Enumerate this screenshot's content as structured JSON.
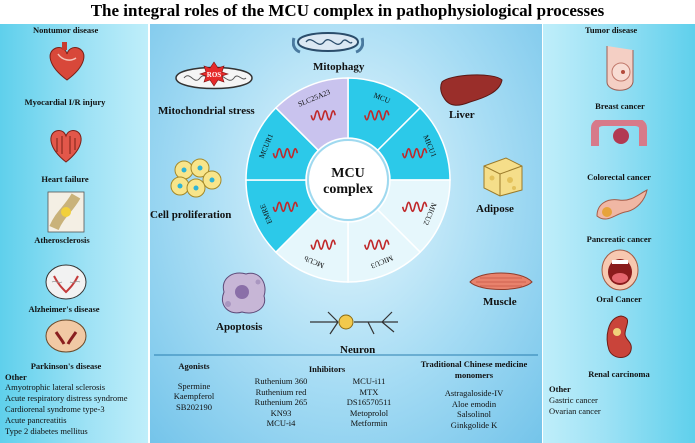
{
  "title": "The integral roles of the MCU complex in pathophysiological processes",
  "left": {
    "heading": "Nontumor disease",
    "items": [
      "Myocardial I/R injury",
      "Heart failure",
      "Atherosclerosis",
      "Alzheimer's disease",
      "Parkinson's disease"
    ],
    "other_heading": "Other",
    "other": [
      "Amyotrophic lateral sclerosis",
      "Acute respiratory distress syndrome",
      "Cardiorenal syndrome type-3",
      "Acute pancreatitis",
      "Type 2 diabetes mellitus"
    ]
  },
  "right": {
    "heading": "Tumor disease",
    "items": [
      "Breast cancer",
      "Colorectal cancer",
      "Pancreatic cancer",
      "Oral Cancer",
      "Renal carcinoma"
    ],
    "other_heading": "Other",
    "other": [
      "Gastric cancer",
      "Ovarian cancer"
    ]
  },
  "center": {
    "hub_line1": "MCU",
    "hub_line2": "complex",
    "segments": [
      "MCU",
      "MICU1",
      "MICU2",
      "MICU3",
      "MCUb",
      "EMRE",
      "MCUR1",
      "SLC25A23"
    ],
    "ros": "ROS",
    "surround": {
      "mitophagy": "Mitophagy",
      "mito_stress": "Mitochondrial stress",
      "liver": "Liver",
      "adipose": "Adipose",
      "cell_prolif": "Cell proliferation",
      "muscle": "Muscle",
      "apoptosis": "Apoptosis",
      "neuron": "Neuron"
    }
  },
  "bottom": {
    "agonists_heading": "Agonists",
    "agonists": [
      "Spermine",
      "Kaempferol",
      "SB202190"
    ],
    "inhibitors_heading": "Inhibitors",
    "inhibitors_a": [
      "Ruthenium 360",
      "Ruthenium red",
      "Ruthenium 265",
      "KN93",
      "MCU-i4"
    ],
    "inhibitors_b": [
      "MCU-i11",
      "MTX",
      "DS16570511",
      "Metoprolol",
      "Metformin"
    ],
    "tcm_heading": "Traditional Chinese medicine monomers",
    "tcm": [
      "Astragaloside-IV",
      "Aloe emodin",
      "Salsolinol",
      "Ginkgolide K"
    ]
  },
  "colors": {
    "side_panel": "#6fd4ee",
    "center_bg": "#a6dcf4",
    "segment_a": "#c9c3ee",
    "segment_b": "#2cc9e9",
    "segment_c": "#e6f7fc",
    "hub": "#ffffff"
  }
}
